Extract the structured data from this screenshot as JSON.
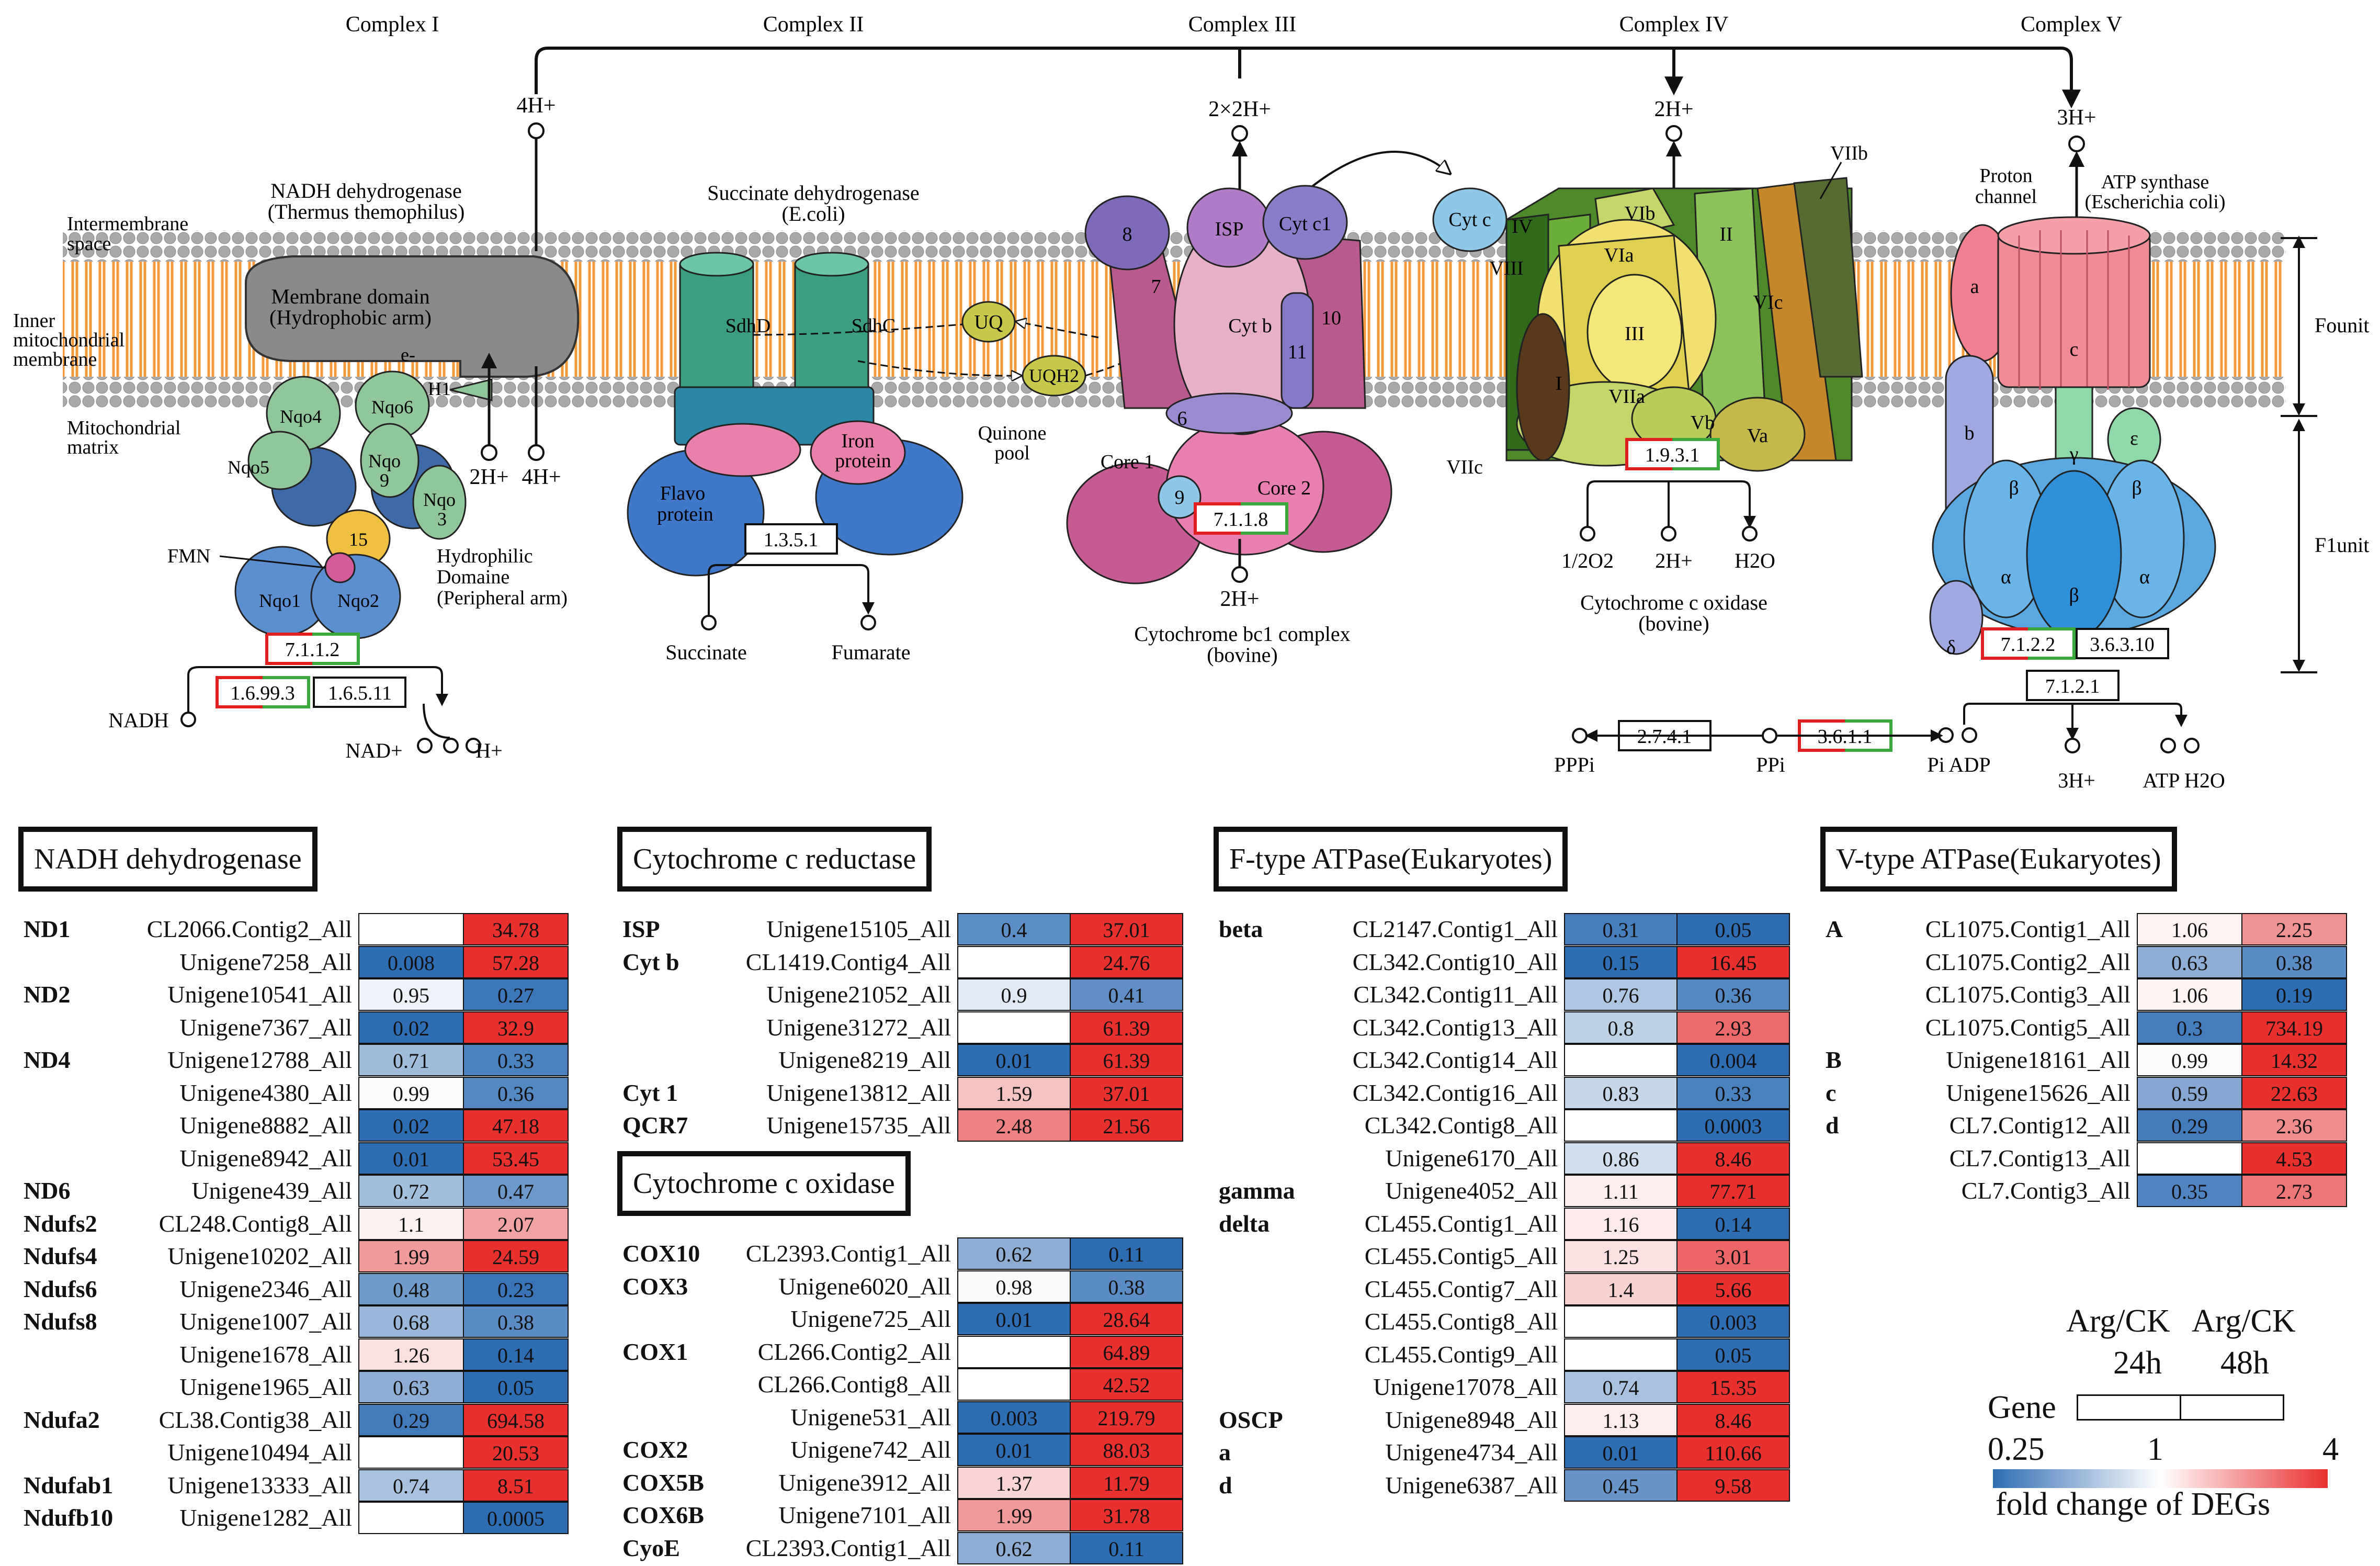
{
  "diagram": {
    "complex_labels": [
      "Complex I",
      "Complex II",
      "Complex III",
      "Complex IV",
      "Complex V"
    ],
    "regions": {
      "intermembrane": [
        "Intermembrane",
        "space"
      ],
      "inner_membrane": [
        "Inner",
        "mitochondrial",
        "membrane"
      ],
      "matrix": [
        "Mitochondrial",
        "matrix"
      ]
    },
    "complex1": {
      "title": [
        "NADH dehydrogenase",
        "(Thermus themophilus)"
      ],
      "membrane_domain": [
        "Membrane domain",
        "(Hydrophobic arm)"
      ],
      "hydrophilic": [
        "Hydrophilic",
        "Domaine",
        "(Peripheral arm)"
      ],
      "subunits": [
        "Nqo4",
        "Nqo6",
        "Nqo5",
        "Nqo",
        "9",
        "Nqo",
        "3",
        "15",
        "Nqo1",
        "Nqo2",
        "H1",
        "e-"
      ],
      "fmn": "FMN",
      "proton_top": "4H+",
      "proton_bottom_a": "2H+",
      "proton_bottom_b": "4H+",
      "ec_main": "7.1.1.2",
      "ec_a": "1.6.99.3",
      "ec_b": "1.6.5.11",
      "nadh": "NADH",
      "nad": "NAD+",
      "h": "H+"
    },
    "complex2": {
      "title": [
        "Succinate dehydrogenase",
        "(E.coli)"
      ],
      "subunits": [
        "SdhD",
        "SdhC",
        "Flavo",
        "protein",
        "Iron",
        "protein"
      ],
      "uq": "UQ",
      "uqh2": "UQH2",
      "pool": [
        "Quinone",
        "pool"
      ],
      "ec": "1.3.5.1",
      "succinate": "Succinate",
      "fumarate": "Fumarate"
    },
    "complex3": {
      "subunits": [
        "8",
        "ISP",
        "Cyt c1",
        "7",
        "Cyt b",
        "10",
        "11",
        "6",
        "Core 1",
        "9",
        "Core 2"
      ],
      "proton_top": "2×2H+",
      "proton_bottom": "2H+",
      "ec": "7.1.1.8",
      "title": [
        "Cytochrome bc1 complex",
        "(bovine)"
      ]
    },
    "complex4": {
      "cytc": "Cyt c",
      "subunits": [
        "IV",
        "VIII",
        "VIb",
        "II",
        "VIa",
        "III",
        "VIc",
        "I",
        "VIIa",
        "Vb",
        "Va",
        "VIIb",
        "VIIc"
      ],
      "proton_top": "2H+",
      "ec": "1.9.3.1",
      "o2": "1/2O2",
      "h": "2H+",
      "h2o": "H2O",
      "title": [
        "Cytochrome c oxidase",
        "(bovine)"
      ]
    },
    "complex5": {
      "proton_top": "3H+",
      "proton_channel": [
        "Proton",
        "channel"
      ],
      "atp_synthase": [
        "ATP synthase",
        "(Escherichia coli)"
      ],
      "subunits": [
        "a",
        "c",
        "b",
        "γ",
        "ε",
        "β",
        "β",
        "α",
        "β",
        "α",
        "δ"
      ],
      "fo": "Founit",
      "f1": "F1unit",
      "ec_a": "7.1.2.2",
      "ec_b": "3.6.3.10",
      "ec_c": "7.1.2.1",
      "ec_d": "2.7.4.1",
      "ec_e": "3.6.1.1",
      "pppi": "PPPi",
      "ppi": "PPi",
      "pi_adp": "Pi ADP",
      "h": "3H+",
      "atp_h2o": "ATP H2O"
    }
  },
  "heatmaps": [
    {
      "title": "NADH dehydrogenase",
      "rows": [
        {
          "name": "ND1",
          "id": "CL2066.Contig2_All",
          "v24": "",
          "v48": "34.78",
          "c24": "#ffffff",
          "c48": "#e8302e"
        },
        {
          "name": "",
          "id": "Unigene7258_All",
          "v24": "0.008",
          "v48": "57.28",
          "c24": "#2f6db2",
          "c48": "#e8302e"
        },
        {
          "name": "ND2",
          "id": "Unigene10541_All",
          "v24": "0.95",
          "v48": "0.27",
          "c24": "#eef2f8",
          "c48": "#3d77b8"
        },
        {
          "name": "",
          "id": "Unigene7367_All",
          "v24": "0.02",
          "v48": "32.9",
          "c24": "#2f6db2",
          "c48": "#e8302e"
        },
        {
          "name": "ND4",
          "id": "Unigene12788_All",
          "v24": "0.71",
          "v48": "0.33",
          "c24": "#9fbcdc",
          "c48": "#4b81bd"
        },
        {
          "name": "",
          "id": "Unigene4380_All",
          "v24": "0.99",
          "v48": "0.36",
          "c24": "#fbfcfd",
          "c48": "#5488c1"
        },
        {
          "name": "",
          "id": "Unigene8882_All",
          "v24": "0.02",
          "v48": "47.18",
          "c24": "#2f6db2",
          "c48": "#e8302e"
        },
        {
          "name": "",
          "id": "Unigene8942_All",
          "v24": "0.01",
          "v48": "53.45",
          "c24": "#2f6db2",
          "c48": "#e8302e"
        },
        {
          "name": "ND6",
          "id": "Unigene439_All",
          "v24": "0.72",
          "v48": "0.47",
          "c24": "#a3bfde",
          "c48": "#6c98ca"
        },
        {
          "name": "Ndufs2",
          "id": "CL248.Contig8_All",
          "v24": "1.1",
          "v48": "2.07",
          "c24": "#fdf0f0",
          "c48": "#f2a3a3"
        },
        {
          "name": "Ndufs4",
          "id": "Unigene10202_All",
          "v24": "1.99",
          "v48": "24.59",
          "c24": "#f09a9a",
          "c48": "#e8302e"
        },
        {
          "name": "Ndufs6",
          "id": "Unigene2346_All",
          "v24": "0.48",
          "v48": "0.23",
          "c24": "#6f9bcb",
          "c48": "#3a74b6"
        },
        {
          "name": "Ndufs8",
          "id": "Unigene1007_All",
          "v24": "0.68",
          "v48": "0.38",
          "c24": "#99b7da",
          "c48": "#5a8cc3"
        },
        {
          "name": "",
          "id": "Unigene1678_All",
          "v24": "1.26",
          "v48": "0.14",
          "c24": "#fbe0e0",
          "c48": "#2f6db2"
        },
        {
          "name": "",
          "id": "Unigene1965_All",
          "v24": "0.63",
          "v48": "0.05",
          "c24": "#8faed6",
          "c48": "#2f6db2"
        },
        {
          "name": "Ndufa2",
          "id": "CL38.Contig38_All",
          "v24": "0.29",
          "v48": "694.58",
          "c24": "#437bba",
          "c48": "#e8302e"
        },
        {
          "name": "",
          "id": "Unigene10494_All",
          "v24": "",
          "v48": "20.53",
          "c24": "#ffffff",
          "c48": "#e8302e"
        },
        {
          "name": "Ndufab1",
          "id": "Unigene13333_All",
          "v24": "0.74",
          "v48": "8.51",
          "c24": "#a8c2df",
          "c48": "#e8302e"
        },
        {
          "name": "Ndufb10",
          "id": "Unigene1282_All",
          "v24": "",
          "v48": "0.0005",
          "c24": "#ffffff",
          "c48": "#2f6db2"
        }
      ]
    },
    {
      "title": "Cytochrome c reductase",
      "rows": [
        {
          "name": "ISP",
          "id": "Unigene15105_All",
          "v24": "0.4",
          "v48": "37.01",
          "c24": "#5c8dc4",
          "c48": "#e8302e"
        },
        {
          "name": "Cyt b",
          "id": "CL1419.Contig4_All",
          "v24": "",
          "v48": "24.76",
          "c24": "#ffffff",
          "c48": "#e8302e"
        },
        {
          "name": "",
          "id": "Unigene21052_All",
          "v24": "0.9",
          "v48": "0.41",
          "c24": "#e1e9f4",
          "c48": "#5f8fc5"
        },
        {
          "name": "",
          "id": "Unigene31272_All",
          "v24": "",
          "v48": "61.39",
          "c24": "#ffffff",
          "c48": "#e8302e"
        },
        {
          "name": "",
          "id": "Unigene8219_All",
          "v24": "0.01",
          "v48": "61.39",
          "c24": "#2f6db2",
          "c48": "#e8302e"
        },
        {
          "name": "Cyt 1",
          "id": "Unigene13812_All",
          "v24": "1.59",
          "v48": "37.01",
          "c24": "#f6c3c3",
          "c48": "#e8302e"
        },
        {
          "name": "QCR7",
          "id": "Unigene15735_All",
          "v24": "2.48",
          "v48": "21.56",
          "c24": "#ee8282",
          "c48": "#e8302e"
        }
      ]
    },
    {
      "title": "Cytochrome c oxidase",
      "rows": [
        {
          "name": "COX10",
          "id": "CL2393.Contig1_All",
          "v24": "0.62",
          "v48": "0.11",
          "c24": "#8dadd5",
          "c48": "#2f6db2"
        },
        {
          "name": "COX3",
          "id": "Unigene6020_All",
          "v24": "0.98",
          "v48": "0.38",
          "c24": "#f8fafc",
          "c48": "#5a8cc3"
        },
        {
          "name": "",
          "id": "Unigene725_All",
          "v24": "0.01",
          "v48": "28.64",
          "c24": "#2f6db2",
          "c48": "#e8302e"
        },
        {
          "name": "COX1",
          "id": "CL266.Contig2_All",
          "v24": "",
          "v48": "64.89",
          "c24": "#ffffff",
          "c48": "#e8302e"
        },
        {
          "name": "",
          "id": "CL266.Contig8_All",
          "v24": "",
          "v48": "42.52",
          "c24": "#ffffff",
          "c48": "#e8302e"
        },
        {
          "name": "",
          "id": "Unigene531_All",
          "v24": "0.003",
          "v48": "219.79",
          "c24": "#2f6db2",
          "c48": "#e8302e"
        },
        {
          "name": "COX2",
          "id": "Unigene742_All",
          "v24": "0.01",
          "v48": "88.03",
          "c24": "#2f6db2",
          "c48": "#e8302e"
        },
        {
          "name": "COX5B",
          "id": "Unigene3912_All",
          "v24": "1.37",
          "v48": "11.79",
          "c24": "#f9d4d4",
          "c48": "#e8302e"
        },
        {
          "name": "COX6B",
          "id": "Unigene7101_All",
          "v24": "1.99",
          "v48": "31.78",
          "c24": "#f09a9a",
          "c48": "#e8302e"
        },
        {
          "name": "CyoE",
          "id": "CL2393.Contig1_All",
          "v24": "0.62",
          "v48": "0.11",
          "c24": "#8dadd5",
          "c48": "#2f6db2"
        }
      ]
    },
    {
      "title": "F-type ATPase(Eukaryotes)",
      "rows": [
        {
          "name": "beta",
          "id": "CL2147.Contig1_All",
          "v24": "0.31",
          "v48": "0.05",
          "c24": "#477ebc",
          "c48": "#2f6db2"
        },
        {
          "name": "",
          "id": "CL342.Contig10_All",
          "v24": "0.15",
          "v48": "16.45",
          "c24": "#2f6db2",
          "c48": "#e8302e"
        },
        {
          "name": "",
          "id": "CL342.Contig11_All",
          "v24": "0.76",
          "v48": "0.36",
          "c24": "#aec6e1",
          "c48": "#5488c1"
        },
        {
          "name": "",
          "id": "CL342.Contig13_All",
          "v24": "0.8",
          "v48": "2.93",
          "c24": "#bcd0e6",
          "c48": "#ec6a6a"
        },
        {
          "name": "",
          "id": "CL342.Contig14_All",
          "v24": "",
          "v48": "0.004",
          "c24": "#ffffff",
          "c48": "#2f6db2"
        },
        {
          "name": "",
          "id": "CL342.Contig16_All",
          "v24": "0.83",
          "v48": "0.33",
          "c24": "#c5d6e9",
          "c48": "#4b81bd"
        },
        {
          "name": "",
          "id": "CL342.Contig8_All",
          "v24": "",
          "v48": "0.0003",
          "c24": "#ffffff",
          "c48": "#2f6db2"
        },
        {
          "name": "",
          "id": "Unigene6170_All",
          "v24": "0.86",
          "v48": "8.46",
          "c24": "#d0deee",
          "c48": "#e8302e"
        },
        {
          "name": "gamma",
          "id": "Unigene4052_All",
          "v24": "1.11",
          "v48": "77.71",
          "c24": "#fdeeee",
          "c48": "#e8302e"
        },
        {
          "name": "delta",
          "id": "CL455.Contig1_All",
          "v24": "1.16",
          "v48": "0.14",
          "c24": "#fce9e9",
          "c48": "#2f6db2"
        },
        {
          "name": "",
          "id": "CL455.Contig5_All",
          "v24": "1.25",
          "v48": "3.01",
          "c24": "#fbe1e1",
          "c48": "#ec6666"
        },
        {
          "name": "",
          "id": "CL455.Contig7_All",
          "v24": "1.4",
          "v48": "5.66",
          "c24": "#f8d1d1",
          "c48": "#e8302e"
        },
        {
          "name": "",
          "id": "CL455.Contig8_All",
          "v24": "",
          "v48": "0.003",
          "c24": "#ffffff",
          "c48": "#2f6db2"
        },
        {
          "name": "",
          "id": "CL455.Contig9_All",
          "v24": "",
          "v48": "0.05",
          "c24": "#ffffff",
          "c48": "#2f6db2"
        },
        {
          "name": "",
          "id": "Unigene17078_All",
          "v24": "0.74",
          "v48": "15.35",
          "c24": "#a8c2df",
          "c48": "#e8302e"
        },
        {
          "name": "OSCP",
          "id": "Unigene8948_All",
          "v24": "1.13",
          "v48": "8.46",
          "c24": "#fdecec",
          "c48": "#e8302e"
        },
        {
          "name": "a",
          "id": "Unigene4734_All",
          "v24": "0.01",
          "v48": "110.66",
          "c24": "#2f6db2",
          "c48": "#e8302e"
        },
        {
          "name": "d",
          "id": "Unigene6387_All",
          "v24": "0.45",
          "v48": "9.58",
          "c24": "#6795c8",
          "c48": "#e8302e"
        }
      ]
    },
    {
      "title": "V-type ATPase(Eukaryotes)",
      "rows": [
        {
          "name": "A",
          "id": "CL1075.Contig1_All",
          "v24": "1.06",
          "v48": "2.25",
          "c24": "#fef4f4",
          "c48": "#f09393"
        },
        {
          "name": "",
          "id": "CL1075.Contig2_All",
          "v24": "0.63",
          "v48": "0.38",
          "c24": "#8faed6",
          "c48": "#5a8cc3"
        },
        {
          "name": "",
          "id": "CL1075.Contig3_All",
          "v24": "1.06",
          "v48": "0.19",
          "c24": "#fef4f4",
          "c48": "#2f6db2"
        },
        {
          "name": "",
          "id": "CL1075.Contig5_All",
          "v24": "0.3",
          "v48": "734.19",
          "c24": "#457cbb",
          "c48": "#e8302e"
        },
        {
          "name": "B",
          "id": "Unigene18161_All",
          "v24": "0.99",
          "v48": "14.32",
          "c24": "#fbfcfd",
          "c48": "#e8302e"
        },
        {
          "name": "c",
          "id": "Unigene15626_All",
          "v24": "0.59",
          "v48": "22.63",
          "c24": "#86a7d2",
          "c48": "#e8302e"
        },
        {
          "name": "d",
          "id": "CL7.Contig12_All",
          "v24": "0.29",
          "v48": "2.36",
          "c24": "#437bba",
          "c48": "#ef8c8c"
        },
        {
          "name": "",
          "id": "CL7.Contig13_All",
          "v24": "",
          "v48": "4.53",
          "c24": "#ffffff",
          "c48": "#e8302e"
        },
        {
          "name": "",
          "id": "CL7.Contig3_All",
          "v24": "0.35",
          "v48": "2.73",
          "c24": "#5083bf",
          "c48": "#ed7676"
        }
      ]
    }
  ],
  "legend": {
    "col1": "Arg/CK",
    "col2": "Arg/CK",
    "t1": "24h",
    "t2": "48h",
    "gene": "Gene",
    "min": "0.25",
    "mid": "1",
    "max": "4",
    "caption": "fold change of DEGs",
    "color_low": "#2f6db2",
    "color_mid": "#ffffff",
    "color_high": "#e8302e"
  }
}
